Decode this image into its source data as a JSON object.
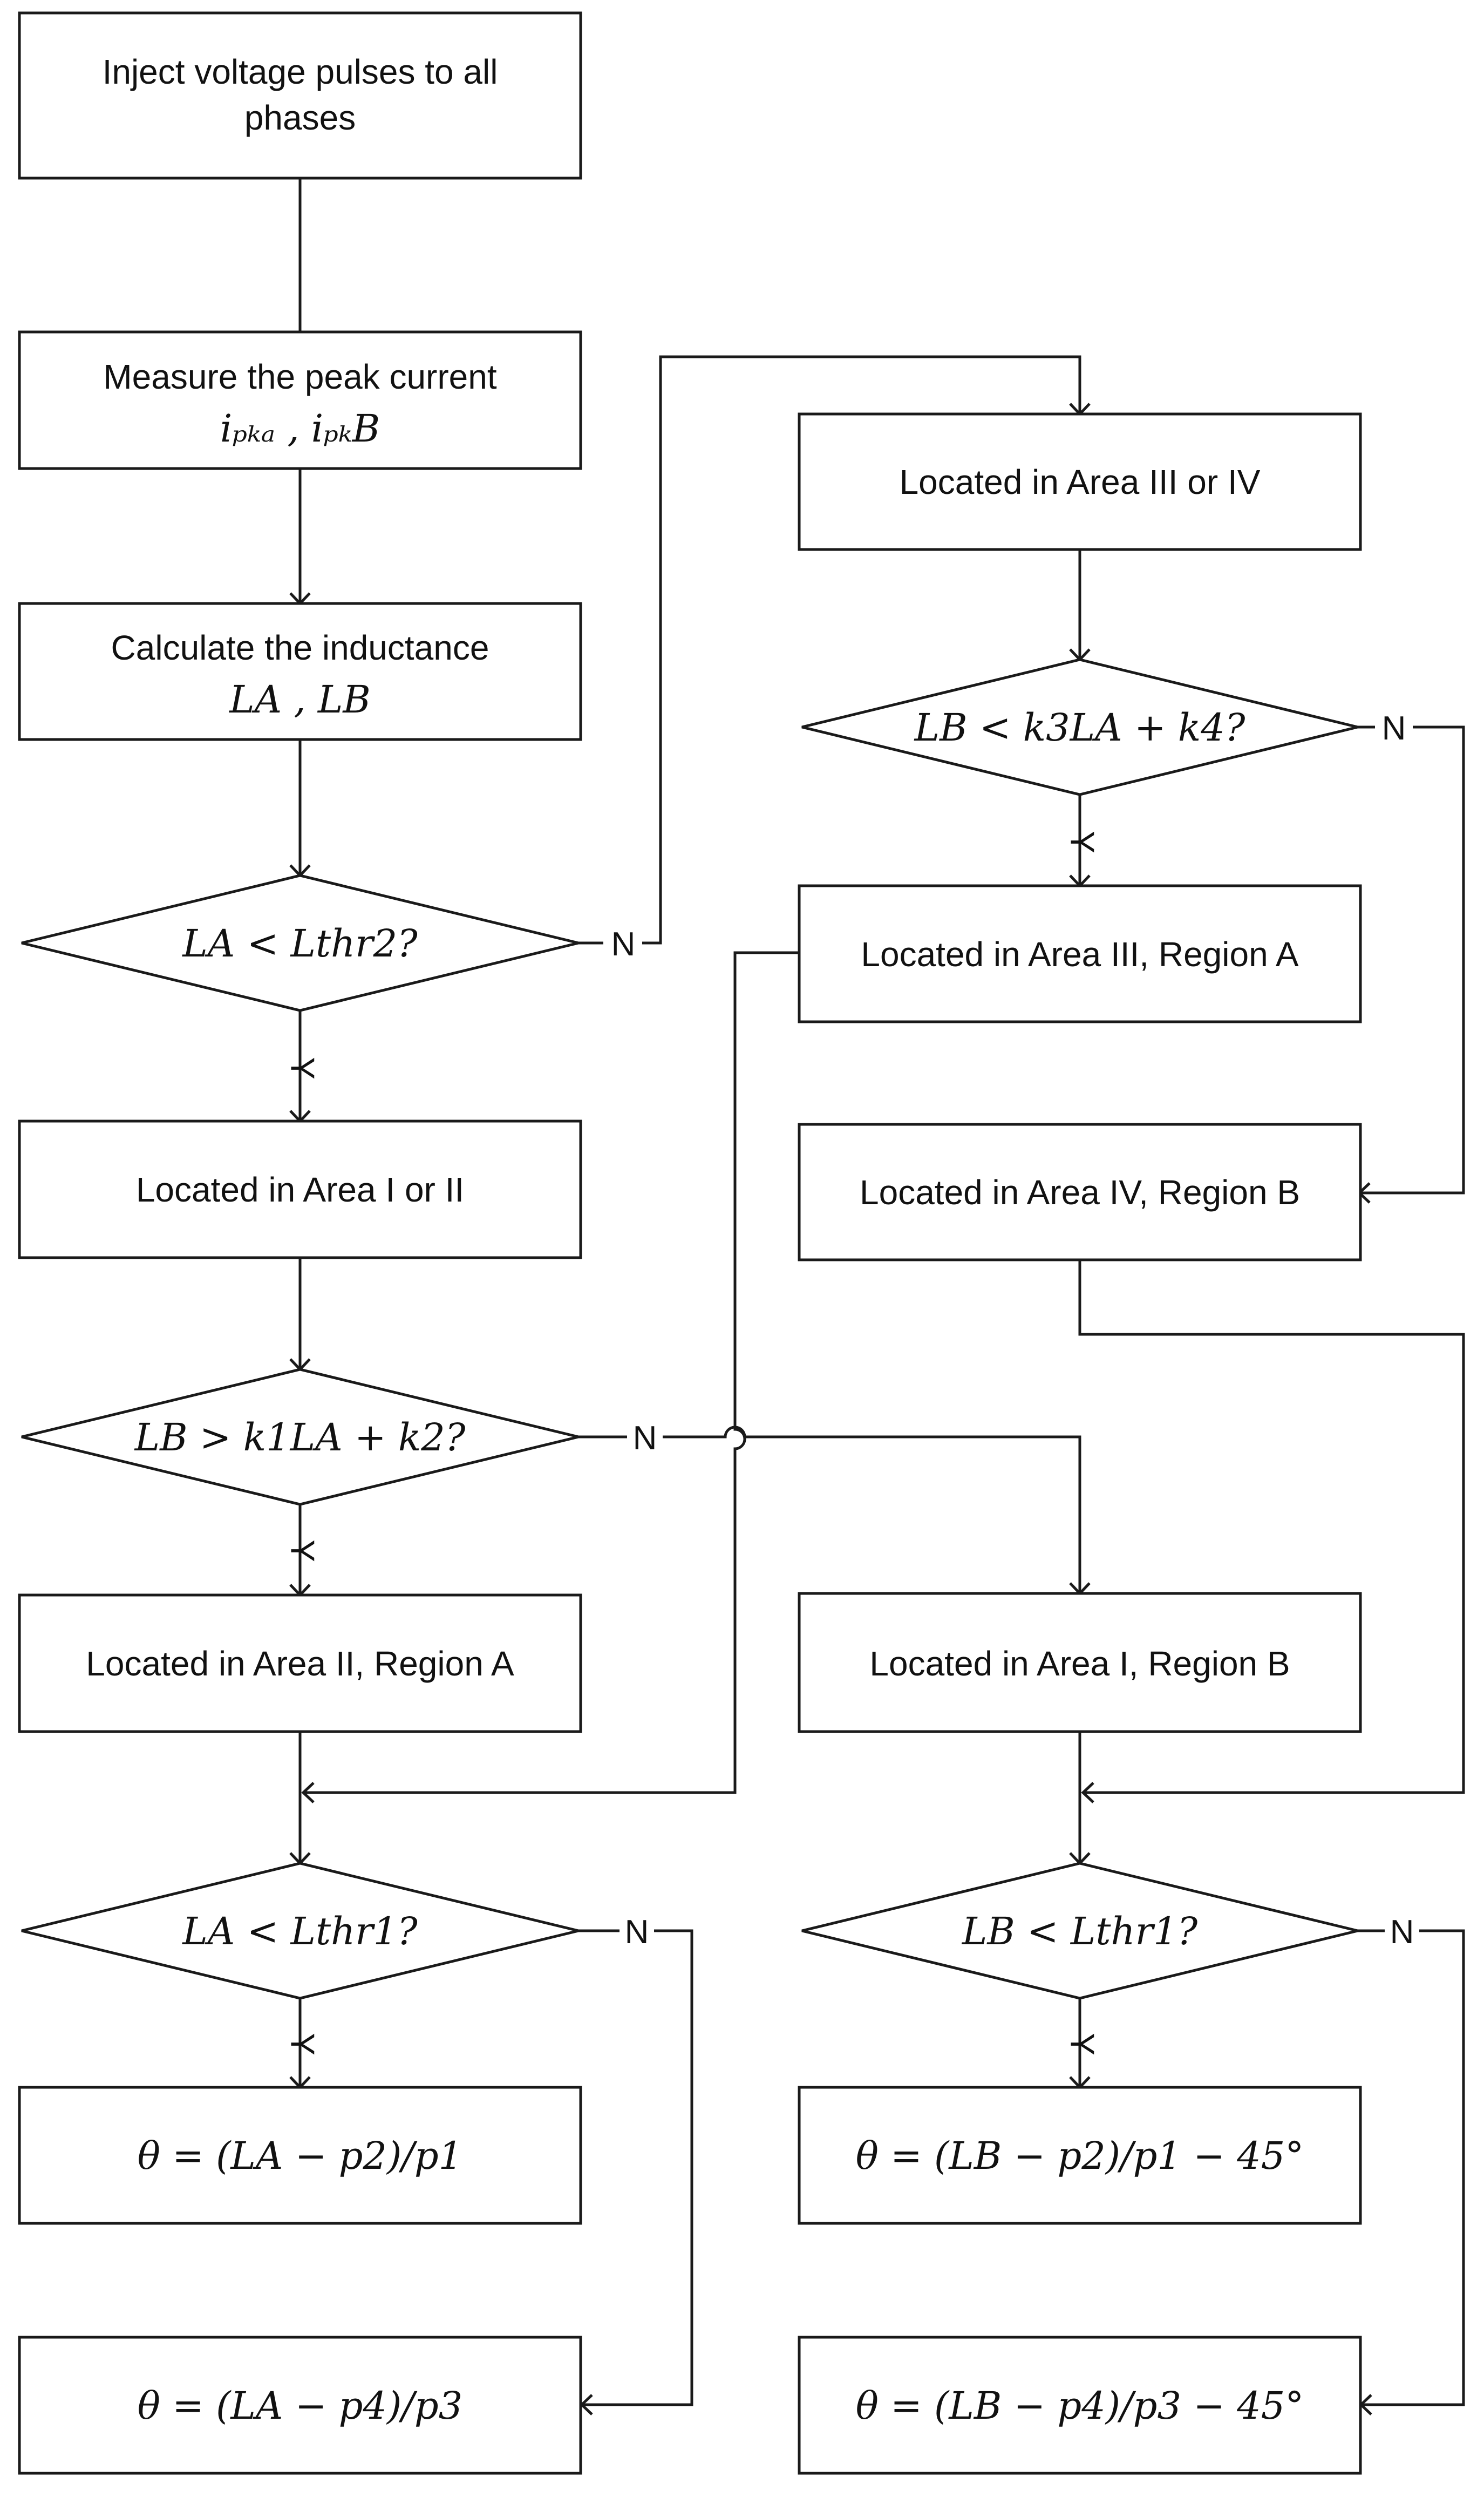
{
  "nodes": {
    "inject": {
      "line1": "Inject voltage pulses to all",
      "line2": "phases"
    },
    "measure": {
      "line1": "Measure the peak current",
      "line2": "iₚₖₐ , iₚₖB"
    },
    "calc": {
      "line1": "Calculate the inductance",
      "line2": "LA , LB"
    },
    "d1": {
      "text": "LA < Lthr2?"
    },
    "area12": {
      "text": "Located in Area I or II"
    },
    "d2": {
      "text": "LB > k1LA + k2?"
    },
    "area2a": {
      "text": "Located in Area II, Region A"
    },
    "area1b": {
      "text": "Located in Area I, Region B"
    },
    "area34": {
      "text": "Located in Area III or IV"
    },
    "d3": {
      "text": "LB < k3LA + k4?"
    },
    "area3a": {
      "text": "Located in Area III, Region A"
    },
    "area4b": {
      "text": "Located in Area IV, Region B"
    },
    "d4": {
      "text": "LA < Lthr1?"
    },
    "d5": {
      "text": "LB < Lthr1?"
    },
    "f1": {
      "text": "θ = (LA − p2)/p1"
    },
    "f2": {
      "text": "θ = (LA − p4)/p3"
    },
    "f3": {
      "text": "θ = (LB − p2)/p1 − 45°"
    },
    "f4": {
      "text": "θ = (LB − p4)/p3 − 45°"
    }
  },
  "edge_labels": {
    "yes": "Y",
    "no": "N"
  }
}
